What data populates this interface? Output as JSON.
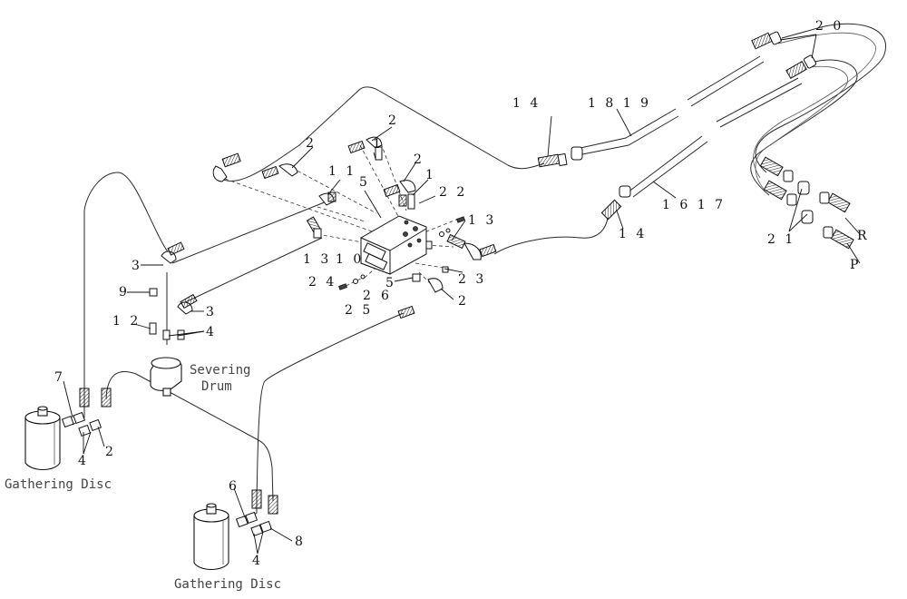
{
  "parts": {
    "p1a": "1",
    "p1b": "1",
    "p1c": "1",
    "p2a": "2",
    "p2b": "2",
    "p2c": "2",
    "p2d": "2",
    "p2e": "2",
    "p3a": "3",
    "p3b": "3",
    "p4a": "4",
    "p4b": "4",
    "p4c": "4",
    "p5a": "5",
    "p5b": "5",
    "p6a": "6",
    "p6b": "6",
    "p7": "7",
    "p8": "8",
    "p9": "9",
    "p10": "1 0",
    "p11": "1 1",
    "p12": "1 2",
    "p13a": "1 3",
    "p13b": "1 3",
    "p14a": "1 4",
    "p14b": "1 4",
    "p1617": "1 6 1 7",
    "p1819": "1 8 1 9",
    "p20": "2 0",
    "p21": "2 1",
    "p22": "2 2",
    "p23": "2 3",
    "p24": "2 4",
    "p25": "2 5",
    "pR": "R",
    "pP": "P"
  },
  "labels": {
    "severing_1": "Severing",
    "severing_2": "Drum",
    "gathering_left": "Gathering Disc",
    "gathering_bottom": "Gathering Disc"
  }
}
